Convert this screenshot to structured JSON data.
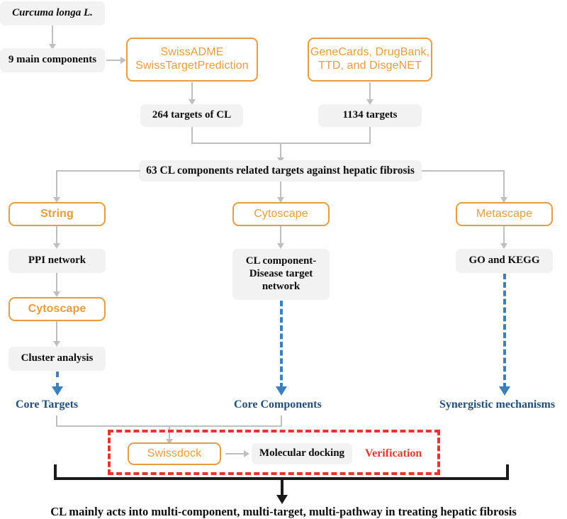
{
  "diagram": {
    "title": "Curcuma longa L. network pharmacology workflow",
    "colors": {
      "tool_box_border": "#e89c3c",
      "tool_box_text": "#e89c3c",
      "data_box_fill": "#f2f2f2",
      "data_box_text": "#0d0d0d",
      "connector": "#bfbfbf",
      "result_text": "#1f4e79",
      "result_connector": "#3d7ebd",
      "verification_region": "#e8342a",
      "verification_text": "#e03a2f",
      "final_bracket": "#1a1a1a"
    },
    "nodes": {
      "source_plant": "Curcuma longa L.",
      "main_components": "9 main components",
      "swiss_tools": "SwissADME\nSwissTargetPrediction",
      "swiss_tools_line1": "SwissADME",
      "swiss_tools_line2": "SwissTargetPrediction",
      "disease_databases_line1": "GeneCards, DrugBank,",
      "disease_databases_line2": "TTD, and DisgeNET",
      "cl_targets": "264 targets of CL",
      "disease_targets": "1134 targets",
      "intersection_targets": "63 CL components related targets against hepatic fibrosis",
      "string_tool": "String",
      "cytoscape_tool_left": "Cytoscape",
      "cytoscape_tool_mid": "Cytoscape",
      "metascape_tool": "Metascape",
      "ppi_network": "PPI network",
      "cl_disease_network_line1": "CL component-",
      "cl_disease_network_line2": "Disease target",
      "cl_disease_network_line3": "network",
      "go_kegg": "GO and KEGG",
      "cluster_analysis": "Cluster analysis",
      "core_targets": "Core Targets",
      "core_components": "Core Components",
      "synergistic_mechanisms": "Synergistic mechanisms",
      "swissdock_tool": "Swissdock",
      "molecular_docking": "Molecular docking",
      "verification": "Verification",
      "conclusion": "CL mainly acts into multi-component, multi-target, multi-pathway in treating hepatic fibrosis"
    }
  }
}
